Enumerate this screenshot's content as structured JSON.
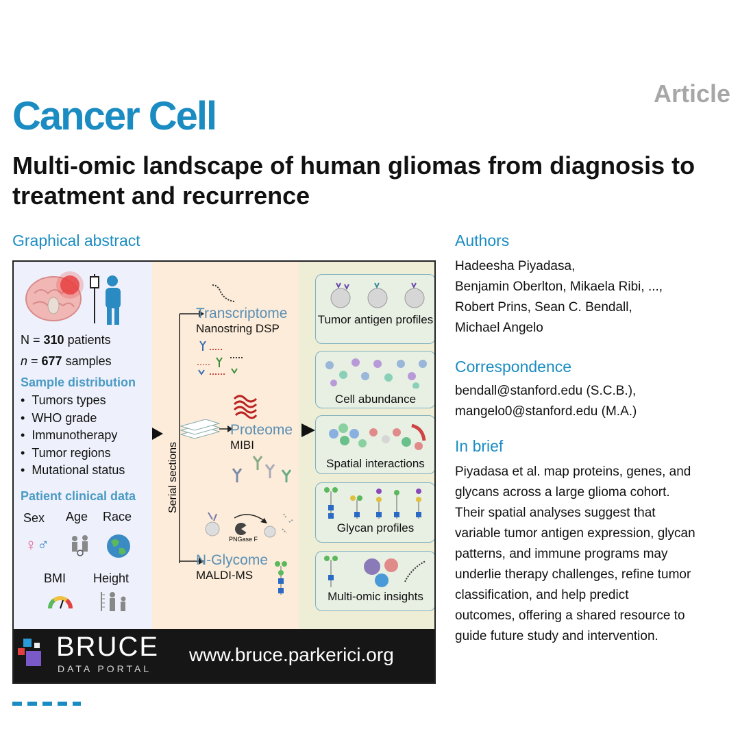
{
  "header": {
    "article_type": "Article",
    "journal": "Cancer Cell",
    "title": "Multi-omic landscape of human gliomas from diagnosis to treatment and recurrence"
  },
  "graphical_abstract": {
    "heading": "Graphical abstract",
    "n_patients_prefix": "N = ",
    "n_patients": "310",
    "n_patients_suffix": " patients",
    "n_samples_prefix": "n",
    "n_samples_eq": " = ",
    "n_samples": "677",
    "n_samples_suffix": " samples",
    "sample_distribution_title": "Sample distribution",
    "sample_distribution": [
      "Tumors types",
      "WHO grade",
      "Immunotherapy",
      "Tumor regions",
      "Mutational status"
    ],
    "clinical_title": "Patient clinical data",
    "clinical_labels": {
      "sex": "Sex",
      "age": "Age",
      "race": "Race",
      "bmi": "BMI",
      "height": "Height"
    },
    "serial_sections": "Serial sections",
    "omics": [
      {
        "title": "Transcriptome",
        "method": "Nanostring DSP"
      },
      {
        "title": "Proteome",
        "method": "MIBI"
      },
      {
        "title": "N-Glycome",
        "method": "MALDI-MS"
      }
    ],
    "enzyme_label": "PNGase F",
    "panels": [
      "Tumor antigen profiles",
      "Cell abundance",
      "Spatial interactions",
      "Glycan profiles",
      "Multi-omic insights"
    ],
    "footer": {
      "logo_title": "BRUCE",
      "logo_sub": "DATA PORTAL",
      "url": "www.bruce.parkerici.org"
    }
  },
  "authors": {
    "heading": "Authors",
    "lines": [
      "Hadeesha Piyadasa,",
      "Benjamin Oberlton, Mikaela Ribi, ...,",
      "Robert Prins, Sean C. Bendall,",
      "Michael Angelo"
    ]
  },
  "correspondence": {
    "heading": "Correspondence",
    "lines": [
      "bendall@stanford.edu (S.C.B.),",
      "mangelo0@stanford.edu (M.A.)"
    ]
  },
  "in_brief": {
    "heading": "In brief",
    "lines": [
      "Piyadasa et al. map proteins, genes, and",
      "glycans across a large glioma cohort.",
      "Their spatial analyses suggest that",
      "variable tumor antigen expression, glycan",
      "patterns, and immune programs may",
      "underlie therapy challenges, refine tumor",
      "classification, and help predict",
      "outcomes, offering a shared resource to",
      "guide future study and intervention."
    ]
  },
  "colors": {
    "brand_blue": "#1a8cc2",
    "article_gray": "#a7a7a7"
  }
}
